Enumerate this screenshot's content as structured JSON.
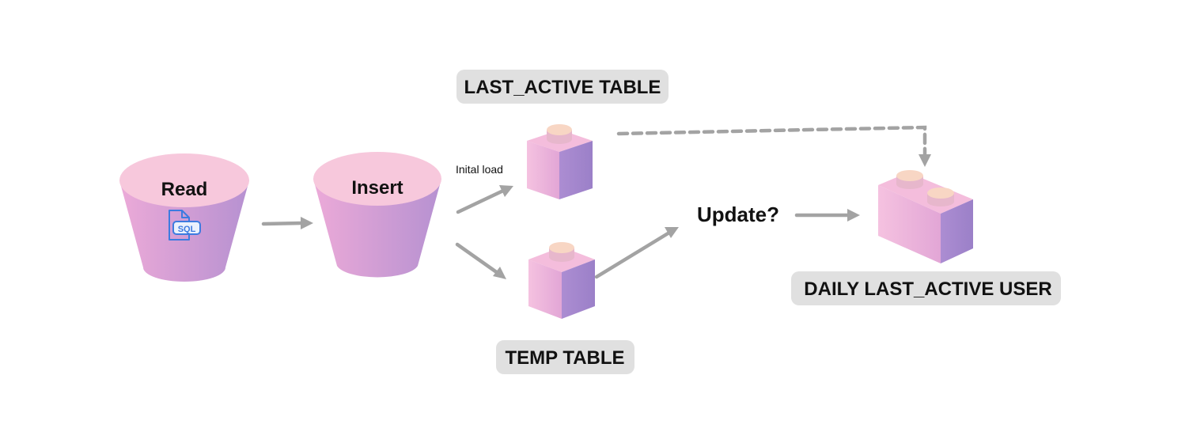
{
  "nodes": {
    "read": {
      "label": "Read",
      "icon": "sql-file-icon",
      "icon_text": "SQL"
    },
    "insert": {
      "label": "Insert"
    },
    "last_active": {
      "label": "LAST_ACTIVE TABLE"
    },
    "temp": {
      "label": "TEMP TABLE"
    },
    "update": {
      "label": "Update?"
    },
    "daily": {
      "label": "DAILY LAST_ACTIVE USER"
    }
  },
  "edges": {
    "initial_load": {
      "label": "Inital load"
    }
  },
  "colors": {
    "bucket_top": "#f7c8dc",
    "block_light": "#f4bddc",
    "block_side": "#a688cc",
    "stud": "#f8d6c4",
    "arrow": "#a3a3a3",
    "pill": "#e0e0e0",
    "sql_icon": "#3d7be0"
  }
}
